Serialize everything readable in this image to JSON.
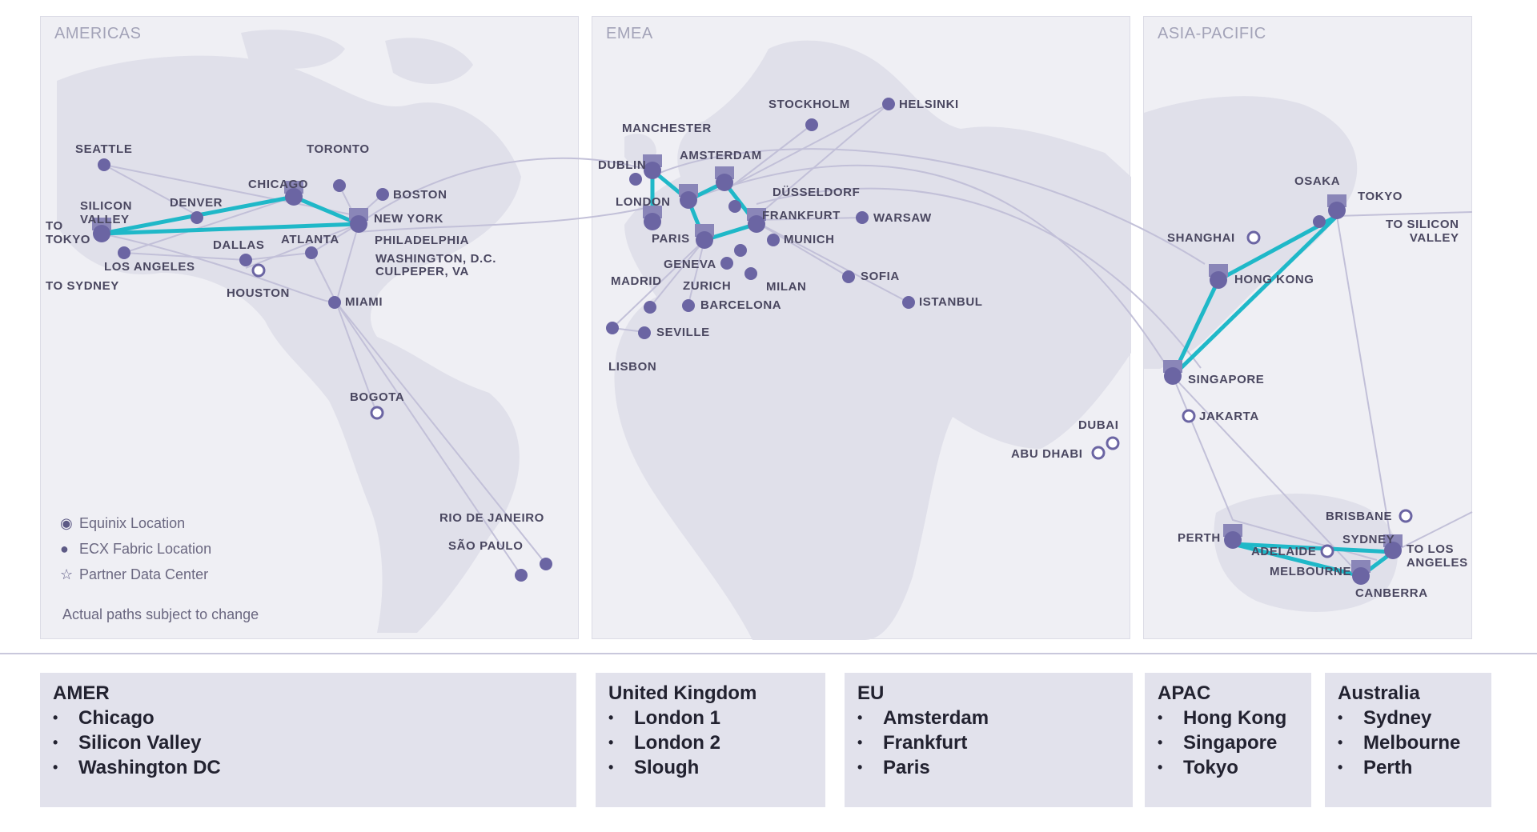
{
  "regions": {
    "americas": "AMERICAS",
    "emea": "EMEA",
    "apac": "ASIA-PACIFIC"
  },
  "legend": {
    "equinix": "Equinix Location",
    "ecx": "ECX Fabric Location",
    "partner": "Partner Data Center",
    "note": "Actual paths subject to change"
  },
  "cities": {
    "seattle": "SEATTLE",
    "toronto": "TORONTO",
    "chicago": "CHICAGO",
    "boston": "BOSTON",
    "silicon_valley": "SILICON\nVALLEY",
    "denver": "DENVER",
    "new_york": "NEW YORK",
    "to_tokyo": "TO\nTOKYO",
    "dallas": "DALLAS",
    "atlanta": "ATLANTA",
    "philadelphia": "PHILADELPHIA",
    "washington": "WASHINGTON, D.C.",
    "culpeper": "CULPEPER, VA",
    "los_angeles": "LOS ANGELES",
    "to_sydney": "TO SYDNEY",
    "houston": "HOUSTON",
    "miami": "MIAMI",
    "bogota": "BOGOTA",
    "rio": "RIO DE JANEIRO",
    "sao_paulo": "SÃO PAULO",
    "stockholm": "STOCKHOLM",
    "helsinki": "HELSINKI",
    "manchester": "MANCHESTER",
    "dublin": "DUBLIN",
    "amsterdam": "AMSTERDAM",
    "dusseldorf": "DÜSSELDORF",
    "london": "LONDON",
    "frankfurt": "FRANKFURT",
    "warsaw": "WARSAW",
    "paris": "PARIS",
    "munich": "MUNICH",
    "geneva": "GENEVA",
    "sofia": "SOFIA",
    "madrid": "MADRID",
    "zurich": "ZURICH",
    "milan": "MILAN",
    "istanbul": "ISTANBUL",
    "barcelona": "BARCELONA",
    "seville": "SEVILLE",
    "lisbon": "LISBON",
    "dubai": "DUBAI",
    "abu_dhabi": "ABU DHABI",
    "osaka": "OSAKA",
    "tokyo": "TOKYO",
    "to_silicon_valley": "TO SILICON\nVALLEY",
    "shanghai": "SHANGHAI",
    "hong_kong": "HONG KONG",
    "singapore": "SINGAPORE",
    "jakarta": "JAKARTA",
    "brisbane": "BRISBANE",
    "perth": "PERTH",
    "sydney": "SYDNEY",
    "adelaide": "ADELAIDE",
    "to_los_angeles": "TO LOS\nANGELES",
    "melbourne": "MELBOURNE",
    "canberra": "CANBERRA"
  },
  "boxes": [
    {
      "title": "AMER",
      "items": [
        "Chicago",
        "Silicon Valley",
        "Washington DC"
      ]
    },
    {
      "title": "United Kingdom",
      "items": [
        "London 1",
        "London 2",
        "Slough"
      ]
    },
    {
      "title": "EU",
      "items": [
        "Amsterdam",
        "Frankfurt",
        "Paris"
      ]
    },
    {
      "title": "APAC",
      "items": [
        "Hong Kong",
        "Singapore",
        "Tokyo"
      ]
    },
    {
      "title": "Australia",
      "items": [
        "Sydney",
        "Melbourne",
        "Perth"
      ]
    }
  ],
  "colors": {
    "accent_link": "#1fb8c8",
    "route_line": "#c2c0d8",
    "node": "#6b65a3",
    "panel": "#efeff4",
    "land": "#e0e0ea"
  }
}
